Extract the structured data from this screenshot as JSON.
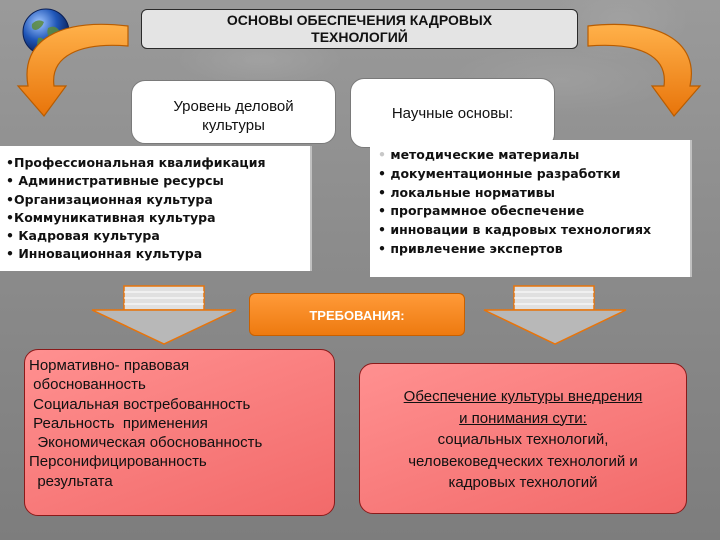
{
  "title": "ОСНОВЫ ОБЕСПЕЧЕНИЯ КАДРОВЫХ ТЕХНОЛОГИЙ",
  "left_header": "Уровень деловой культуры",
  "right_header": "Научные основы:",
  "left_list": [
    "•Профессиональная квалификация",
    "• Административные ресурсы",
    "•Организационная культура",
    "•Коммуникативная культура",
    "• Кадровая культура",
    "• Инновационная культура"
  ],
  "right_list": [
    "методические материалы",
    "документационные разработки",
    "локальные нормативы",
    "программное обеспечение",
    "инновации в кадровых технологиях",
    "привлечение экспертов"
  ],
  "bullet": "•",
  "requirements_label": "ТРЕБОВАНИЯ:",
  "left_requirements": [
    "Нормативно- правовая",
    " обоснованность",
    " Социальная востребованность",
    " Реальность  применения",
    "  Экономическая обоснованность",
    "Персонифицированность",
    "  результата"
  ],
  "right_requirements": {
    "underlined": [
      "Обеспечение культуры внедрения",
      "и понимания сути:"
    ],
    "lines": [
      "социальных технологий,",
      "человековедческих технологий и",
      "кадровых технологий"
    ]
  },
  "colors": {
    "orange": "#f28a1e",
    "pink": "#f47a7a",
    "background": "#8c8c8c"
  }
}
